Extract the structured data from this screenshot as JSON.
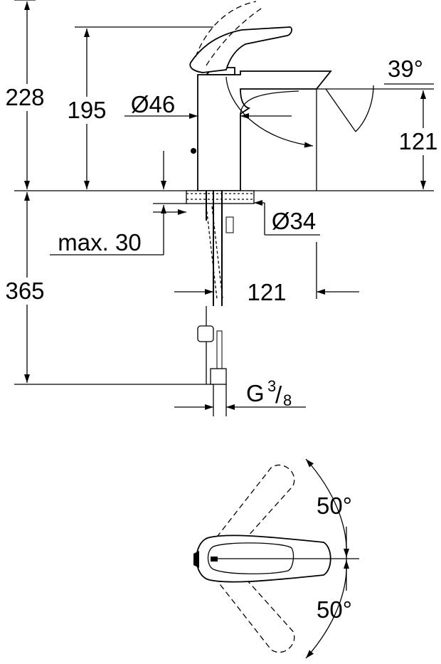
{
  "drawing": {
    "side_view": {
      "total_height": "228",
      "spout_height": "195",
      "body_diameter": "Ø46",
      "spout_angle": "39°",
      "outlet_height": "121",
      "max_deck_thickness": "max. 30",
      "hole_diameter": "Ø34",
      "hose_length": "365",
      "spout_reach": "121",
      "connection_prefix": "G",
      "connection_num": "3",
      "connection_den": "8"
    },
    "top_view": {
      "lever_angle_up": "50°",
      "lever_angle_down": "50°"
    }
  }
}
